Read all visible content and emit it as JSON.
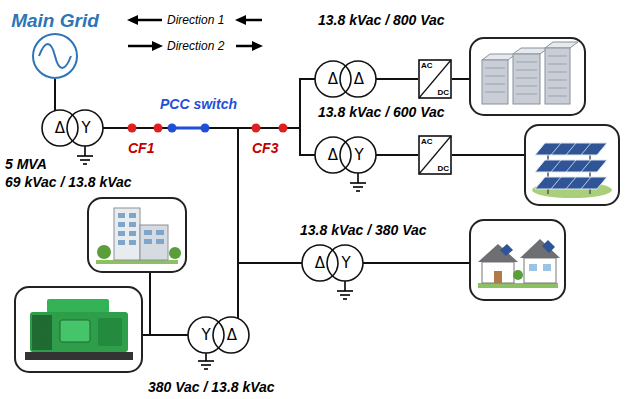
{
  "diagram": {
    "nodes": [
      {
        "text": [
          "Main Grid"
        ]
      },
      {
        "text": [
          "Δ",
          "Y"
        ]
      },
      {
        "text": [
          "Δ",
          "Δ"
        ]
      },
      {
        "text": [
          "AC",
          "DC"
        ]
      },
      {
        "text": [
          "Δ",
          "Y"
        ]
      },
      {
        "text": [
          "AC",
          "DC"
        ]
      },
      {
        "text": [
          "Δ",
          "Y"
        ]
      },
      {
        "text": [
          "Y",
          "Δ"
        ]
      }
    ],
    "edges": [
      {
        "from": 0,
        "to": 1,
        "arrow": "none"
      },
      {
        "from": 1,
        "to": 2,
        "arrow": "none"
      },
      {
        "from": 1,
        "to": 4,
        "arrow": "none"
      },
      {
        "from": 1,
        "to": 6,
        "arrow": "none"
      },
      {
        "from": 1,
        "to": 7,
        "arrow": "none"
      },
      {
        "from": 2,
        "to": 3,
        "arrow": "none"
      },
      {
        "from": 4,
        "to": 5,
        "arrow": "none"
      }
    ],
    "labels": [
      "Direction 1",
      "Direction 2",
      "PCC switch",
      "CF1",
      "CF3",
      "5 MVA",
      "69 kVac / 13.8 kVac",
      "13.8 kVac / 800 Vac",
      "13.8 kVac / 600 Vac",
      "13.8 kVac / 380 Vac",
      "380 Vac / 13.8 kVac"
    ]
  }
}
